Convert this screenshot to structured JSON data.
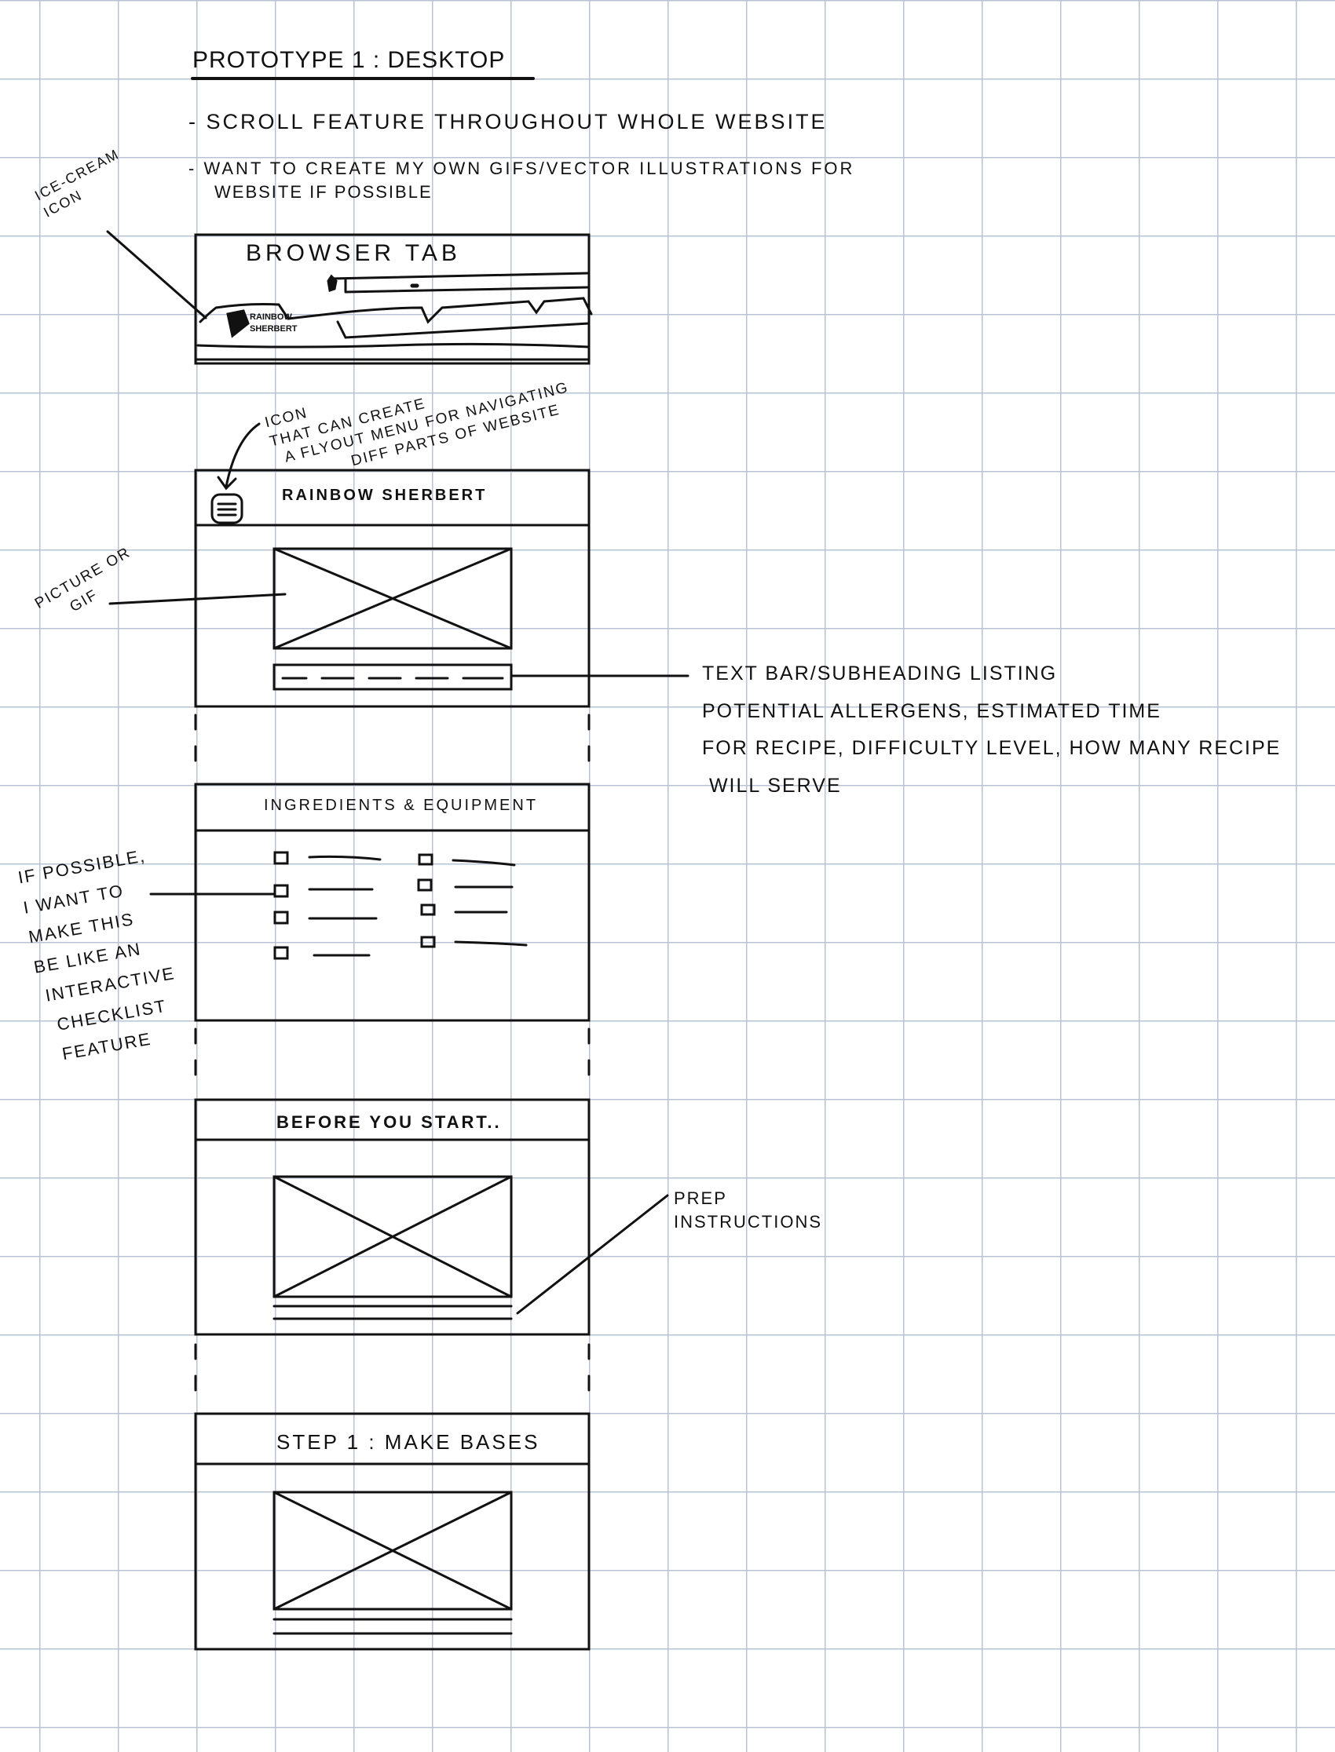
{
  "page": {
    "title": "Prototype 1 : Desktop",
    "bullets": [
      "- Scroll feature throughout whole website",
      "- Want to create my own gifs/vector illustrations for",
      "website if possible"
    ]
  },
  "browser_tab": {
    "label": "Browser tab",
    "tab_label_line1": "Rainbow",
    "tab_label_line2": "Sherbert"
  },
  "hero_section": {
    "site_title": "Rainbow Sherbert"
  },
  "ingredients_section": {
    "heading": "Ingredients & Equipment",
    "checklist_items": 8
  },
  "prep_section": {
    "heading": "Before you start.."
  },
  "step_section": {
    "heading": "Step 1 : Make bases"
  },
  "annotations": {
    "ice_cream_icon": "Ice-cream\nicon",
    "menu_icon": "icon\nthat can create\n  a flyout menu for navigating\n             diff parts of website",
    "picture": "Picture or\n     gif",
    "text_bar": "Text bar/subheading listing\npotential allergens, estimated time\nfor recipe, difficulty level, how many recipe\n will serve",
    "checklist": "If possible,\nI want to\nmake this\nbe like an\n interactive\n  checklist\n  feature",
    "prep": "Prep\ninstructions"
  }
}
